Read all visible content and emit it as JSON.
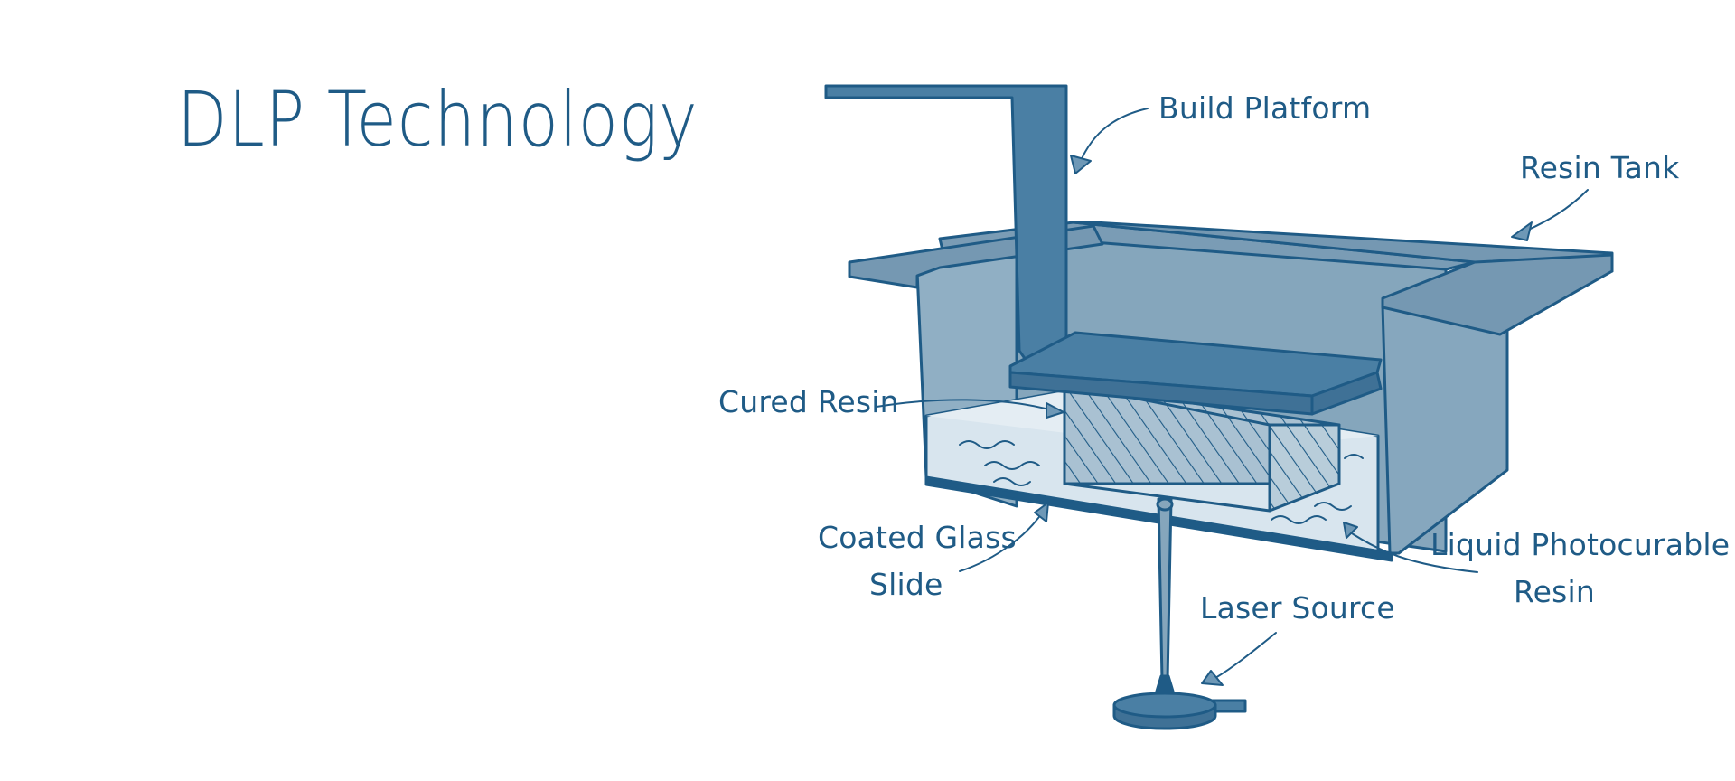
{
  "title": "DLP Technology",
  "labels": {
    "build_platform": "Build Platform",
    "resin_tank": "Resin Tank",
    "cured_resin": "Cured Resin",
    "coated_glass_line1": "Coated Glass",
    "coated_glass_line2": "Slide",
    "liquid_resin_line1": "Liquid Photocurable",
    "liquid_resin_line2": "Resin",
    "laser_source": "Laser Source"
  },
  "colors": {
    "text": "#1f5b86",
    "outline": "#1f5b86",
    "tank_wall": "#85a6bc",
    "tank_rim": "#7598b2",
    "platform": "#4a7fa4",
    "resin_liquid": "#d8e5ee",
    "cured_block": "#a9c1d2",
    "background": "#ffffff"
  }
}
